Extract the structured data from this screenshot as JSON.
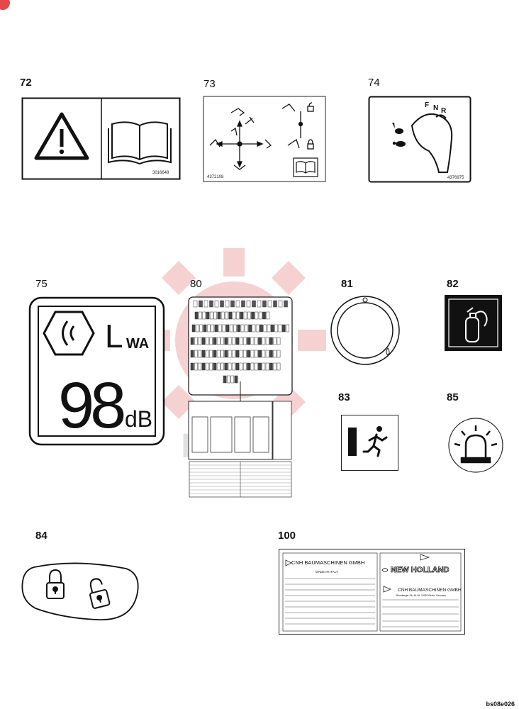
{
  "items": [
    {
      "id": "72",
      "code": "3016648"
    },
    {
      "id": "73",
      "code": "4372108"
    },
    {
      "id": "74",
      "code": "4376975",
      "gear_letters": [
        "F",
        "N",
        "R"
      ]
    },
    {
      "id": "75",
      "symbol": "L",
      "subscript": "WA",
      "value": "98",
      "unit": "dB"
    },
    {
      "id": "80"
    },
    {
      "id": "81"
    },
    {
      "id": "82"
    },
    {
      "id": "83"
    },
    {
      "id": "84"
    },
    {
      "id": "85"
    },
    {
      "id": "100",
      "left_company": "CNH BAUMASCHINEN GMBH",
      "made_in": "MADE IN ITALY",
      "brand": "NEW HOLLAND",
      "right_company": "CNH BAUMASCHINEN GMBH",
      "address": "Blumberger Str. 46-48, 13051 Berlin, Germany"
    }
  ],
  "watermark_text": "IMPEX",
  "footer_code": "bs08e026",
  "colors": {
    "watermark": "#f3c2c2",
    "badge": "#e5474b",
    "ink": "#111111"
  }
}
